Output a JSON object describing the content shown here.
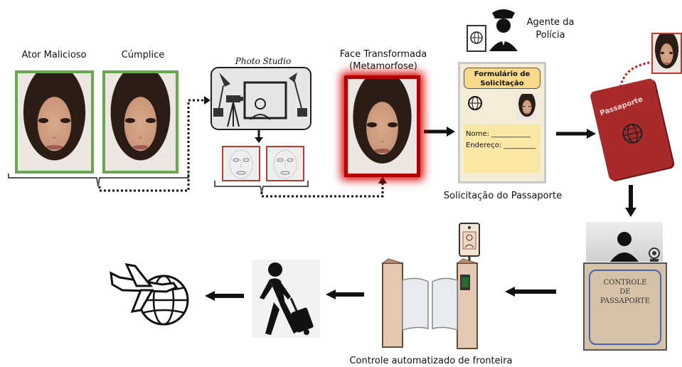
{
  "labels": {
    "actor": "Ator Malicioso",
    "accomplice": "Cúmplice",
    "photo_studio": "Photo Studio",
    "morph_line1": "Face Transformada",
    "morph_line2": "(Metamorfose)",
    "police_line1": "Agente da",
    "police_line2": "Polícia",
    "form_title_line1": "Formulário de",
    "form_title_line2": "Solicitação",
    "form_name": "Nome: ___________",
    "form_address": "Endereço: _________",
    "application_caption": "Solicitação do Passaporte",
    "passport": "Passaporte",
    "booth_line1": "CONTROLE",
    "booth_line2": "DE",
    "booth_line3": "PASSAPORTE",
    "abc_caption": "Controle automatizado de fronteira"
  },
  "colors": {
    "green_frame": "#6aa84f",
    "red_frame": "#b00000",
    "passport": "#a82a2a",
    "form_header": "#fbd98a",
    "form_fields": "#fbe8a5"
  },
  "icons": [
    "camera-icon",
    "tripod-icon",
    "photographer-icon",
    "studio-light-icon",
    "globe-icon",
    "police-officer-icon",
    "webcam-icon",
    "traveler-with-luggage-icon",
    "airplane-globe-icon"
  ]
}
